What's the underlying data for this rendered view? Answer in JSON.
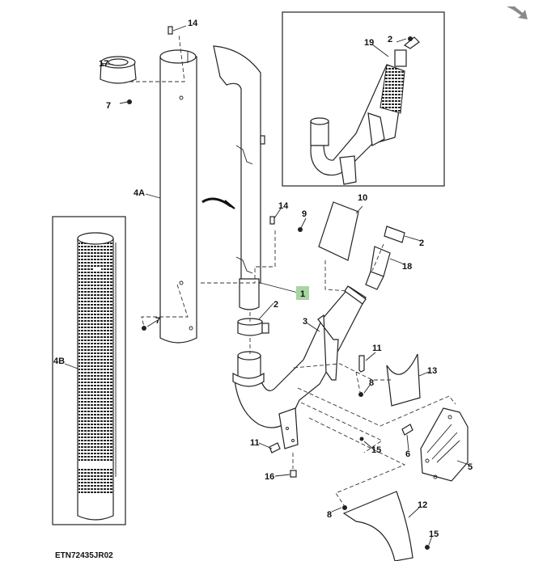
{
  "diagram": {
    "figure_code": "ETN72435JR02",
    "highlight_color": "#a8d5a2",
    "nav_arrow_color": "#8a8a8a",
    "callouts": {
      "c14a": "14",
      "c17": "17",
      "c7a": "7",
      "c4a": "4A",
      "c19": "19",
      "c2a": "2",
      "c14b": "14",
      "c9": "9",
      "c10": "10",
      "c2b": "2",
      "c18": "18",
      "c1": "1",
      "c2c": "2",
      "c7b": "7",
      "c3": "3",
      "c4b": "4B",
      "c11a": "11",
      "c13": "13",
      "c8a": "8",
      "c5": "5",
      "c6": "6",
      "c11b": "11",
      "c15a": "15",
      "c16": "16",
      "c12": "12",
      "c8b": "8",
      "c15b": "15"
    }
  }
}
